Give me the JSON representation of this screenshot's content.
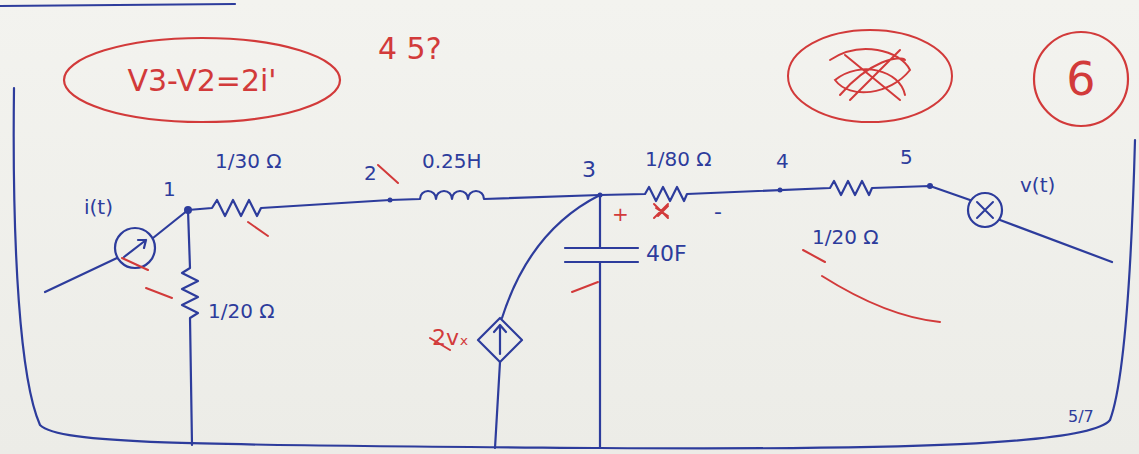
{
  "diagram": {
    "nodes": [
      {
        "text": [
          "V3-V2=2i'"
        ]
      },
      {
        "text": [
          "6"
        ]
      }
    ],
    "labels": [
      "4 5?",
      "1",
      "i(t)",
      "1/30 Ω",
      "2",
      "0.25H",
      "3",
      "1/80 Ω",
      "4",
      "5",
      "v(t)",
      "1/20 Ω",
      "40F",
      "2vₓ",
      "+",
      "-",
      "1/20 Ω",
      "5/7"
    ]
  }
}
